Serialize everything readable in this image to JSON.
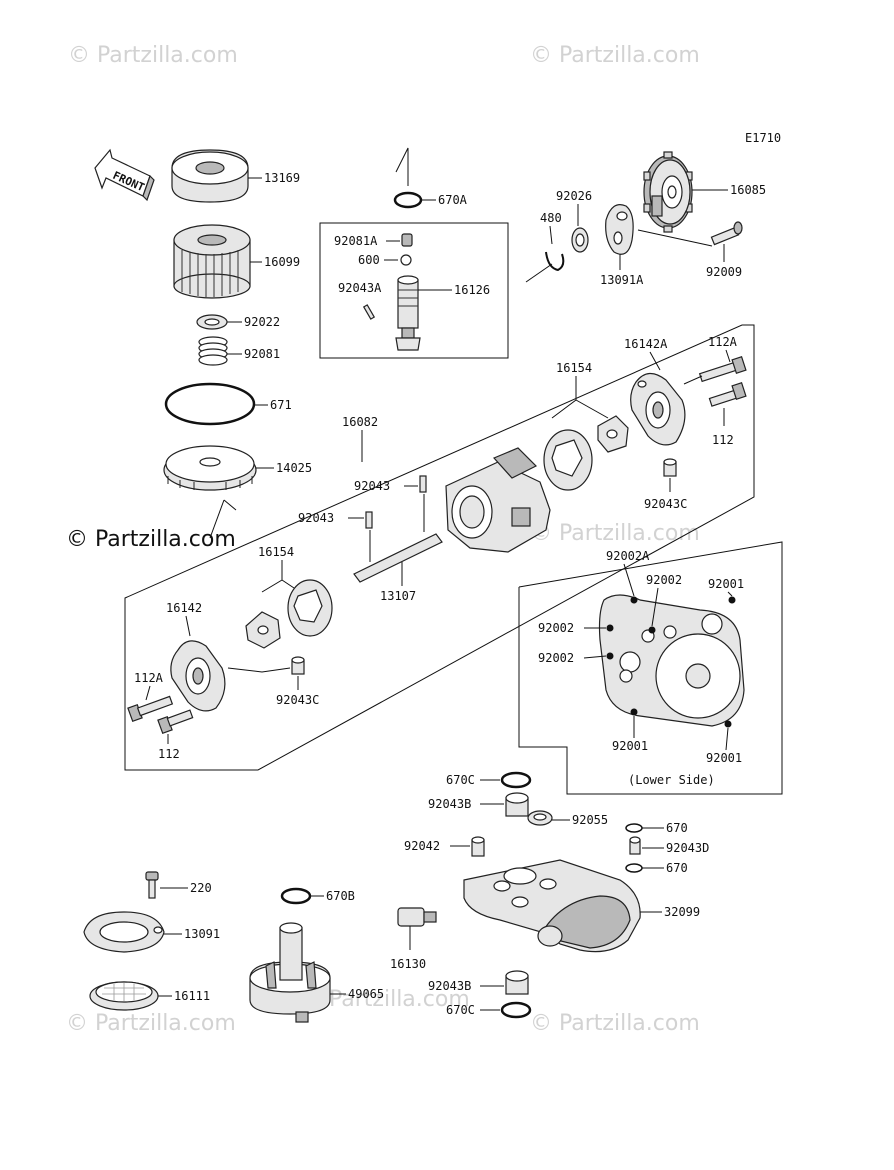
{
  "diagram": {
    "code": "E1710",
    "front_label": "FRONT",
    "lower_side_label": "(Lower Side)",
    "watermarks": {
      "top_left": "© Partzilla.com",
      "top_right": "© Partzilla.com",
      "middle_left": "© Partzilla.com",
      "middle_right": "© Partzilla.com",
      "bottom_left": "© Partzilla.com",
      "bottom_mid": "© Partzilla.com",
      "bottom_right": "© Partzilla.com"
    },
    "parts": {
      "p13169": "13169",
      "p16099": "16099",
      "p92022": "92022",
      "p92081": "92081",
      "p671": "671",
      "p14025": "14025",
      "p670A": "670A",
      "p92081A": "92081A",
      "p600": "600",
      "p92043A": "92043A",
      "p16126": "16126",
      "p480": "480",
      "p92026": "92026",
      "p16085": "16085",
      "p13091A": "13091A",
      "p92009": "92009",
      "p16082": "16082",
      "p16154_top": "16154",
      "p16142A": "16142A",
      "p112A_top": "112A",
      "p112_top": "112",
      "p92043C_top": "92043C",
      "p92043_a": "92043",
      "p92043_b": "92043",
      "p13107": "13107",
      "p16154_bot": "16154",
      "p16142": "16142",
      "p112A_bot": "112A",
      "p112_bot": "112",
      "p92043C_bot": "92043C",
      "p92002A": "92002A",
      "p92002_a": "92002",
      "p92001_a": "92001",
      "p92002_b": "92002",
      "p92002_c": "92002",
      "p92001_b": "92001",
      "p92001_c": "92001",
      "p670C_top": "670C",
      "p92043B_top": "92043B",
      "p92055": "92055",
      "p670_a": "670",
      "p92042": "92042",
      "p92043D": "92043D",
      "p670_b": "670",
      "p32099": "32099",
      "p16130": "16130",
      "p92043B_bot": "92043B",
      "p670C_bot": "670C",
      "p220": "220",
      "p13091": "13091",
      "p16111": "16111",
      "p670B": "670B",
      "p49065": "49065"
    }
  }
}
